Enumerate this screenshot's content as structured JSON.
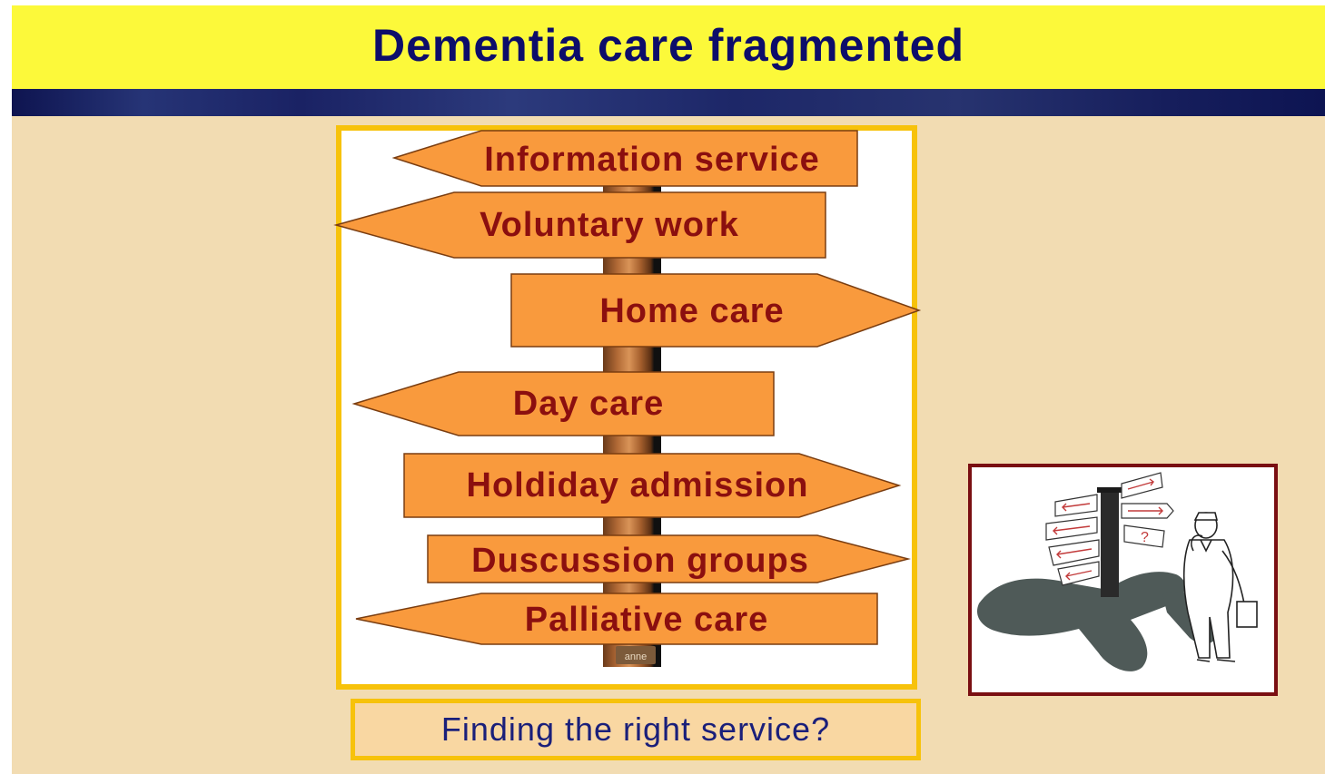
{
  "title": "Dementia care fragmented",
  "signpost": {
    "signs": [
      {
        "label": "Information service",
        "direction": "left"
      },
      {
        "label": "Voluntary work",
        "direction": "left"
      },
      {
        "label": "Home care",
        "direction": "right"
      },
      {
        "label": "Day care",
        "direction": "left"
      },
      {
        "label": "Holdiday admission",
        "direction": "right"
      },
      {
        "label": "Duscussion groups",
        "direction": "right"
      },
      {
        "label": "Palliative care",
        "direction": "left"
      }
    ],
    "pole_stamp": "anne"
  },
  "caption": "Finding the right service?",
  "colors": {
    "title_bar": "#fcf93a",
    "title_text": "#0d0d6a",
    "slide_background": "#f2dcb2",
    "sign_fill": "#f99a3d",
    "sign_text": "#8b0f0f",
    "frame_border": "#f7c20b",
    "caption_text": "#1a1f7a",
    "cartoon_border": "#7a0f12"
  }
}
